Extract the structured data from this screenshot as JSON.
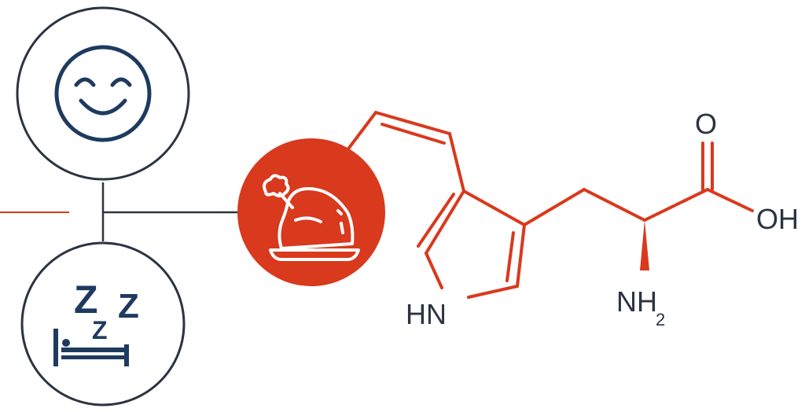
{
  "colors": {
    "accent": "#d9391d",
    "ink": "#2b3441",
    "navy": "#1e3a5f",
    "background": "#ffffff"
  },
  "icons": {
    "top_circle": "smiley-face-icon",
    "bottom_circle": "sleep-bed-icon",
    "red_circle": "roast-turkey-icon"
  },
  "molecule": {
    "atoms": {
      "oxygen": "O",
      "hydroxyl": "OH",
      "indole_nh": "HN",
      "amine": "NH",
      "amine_subscript": "2"
    }
  },
  "sleep_icon": {
    "big_z_left": "Z",
    "big_z_right": "Z",
    "small_z": "Z"
  }
}
